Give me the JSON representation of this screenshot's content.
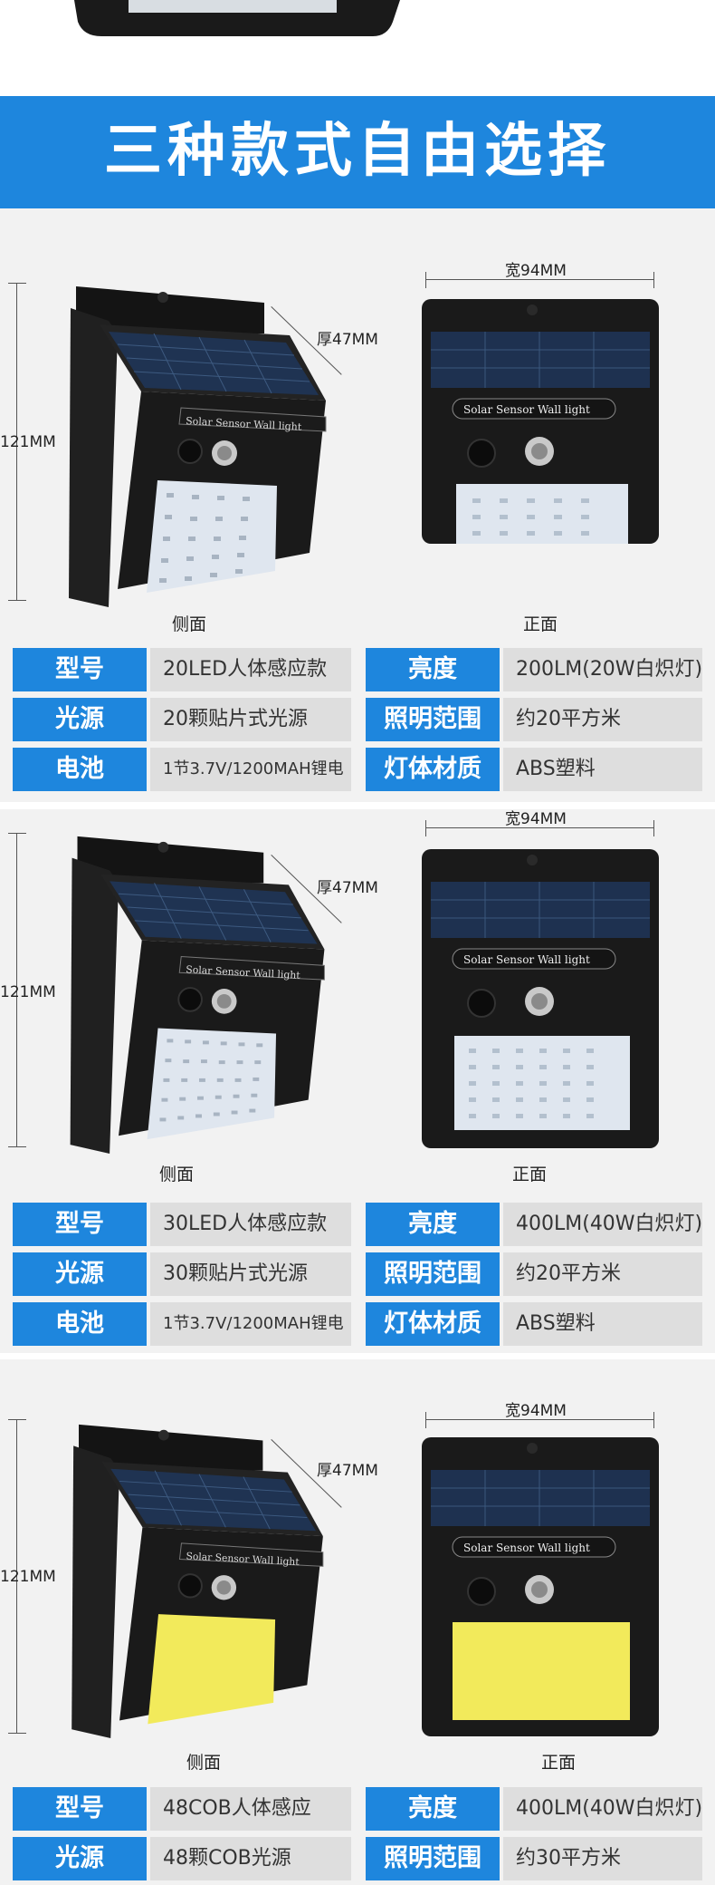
{
  "banner": {
    "title": "三种款式自由选择"
  },
  "colors": {
    "accent": "#1e86dd",
    "value_bg": "#dedede",
    "led_white": "#dfe6ef",
    "cob_yellow": "#f2ea5b"
  },
  "products": [
    {
      "thickness": "厚47MM",
      "height": "121MM",
      "width": "宽94MM",
      "side_caption": "侧面",
      "front_caption": "正面",
      "panel_text": "Solar Sensor Wall light",
      "light_type": "led",
      "specs": [
        [
          {
            "label": "型号",
            "value": "20LED人体感应款"
          },
          {
            "label": "亮度",
            "value": "200LM(20W白炽灯)"
          }
        ],
        [
          {
            "label": "光源",
            "value": "20颗贴片式光源"
          },
          {
            "label": "照明范围",
            "value": "约20平方米"
          }
        ],
        [
          {
            "label": "电池",
            "value": "1节3.7V/1200MAH锂电"
          },
          {
            "label": "灯体材质",
            "value": "ABS塑料"
          }
        ]
      ]
    },
    {
      "thickness": "厚47MM",
      "height": "121MM",
      "width": "宽94MM",
      "side_caption": "侧面",
      "front_caption": "正面",
      "panel_text": "Solar Sensor Wall light",
      "light_type": "led",
      "specs": [
        [
          {
            "label": "型号",
            "value": "30LED人体感应款"
          },
          {
            "label": "亮度",
            "value": "400LM(40W白炽灯)"
          }
        ],
        [
          {
            "label": "光源",
            "value": "30颗贴片式光源"
          },
          {
            "label": "照明范围",
            "value": "约20平方米"
          }
        ],
        [
          {
            "label": "电池",
            "value": "1节3.7V/1200MAH锂电"
          },
          {
            "label": "灯体材质",
            "value": "ABS塑料"
          }
        ]
      ]
    },
    {
      "thickness": "厚47MM",
      "height": "121MM",
      "width": "宽94MM",
      "side_caption": "侧面",
      "front_caption": "正面",
      "panel_text": "Solar Sensor Wall light",
      "light_type": "cob",
      "specs": [
        [
          {
            "label": "型号",
            "value": "48COB人体感应"
          },
          {
            "label": "亮度",
            "value": "400LM(40W白炽灯)"
          }
        ],
        [
          {
            "label": "光源",
            "value": "48颗COB光源"
          },
          {
            "label": "照明范围",
            "value": "约30平方米"
          }
        ]
      ]
    }
  ]
}
